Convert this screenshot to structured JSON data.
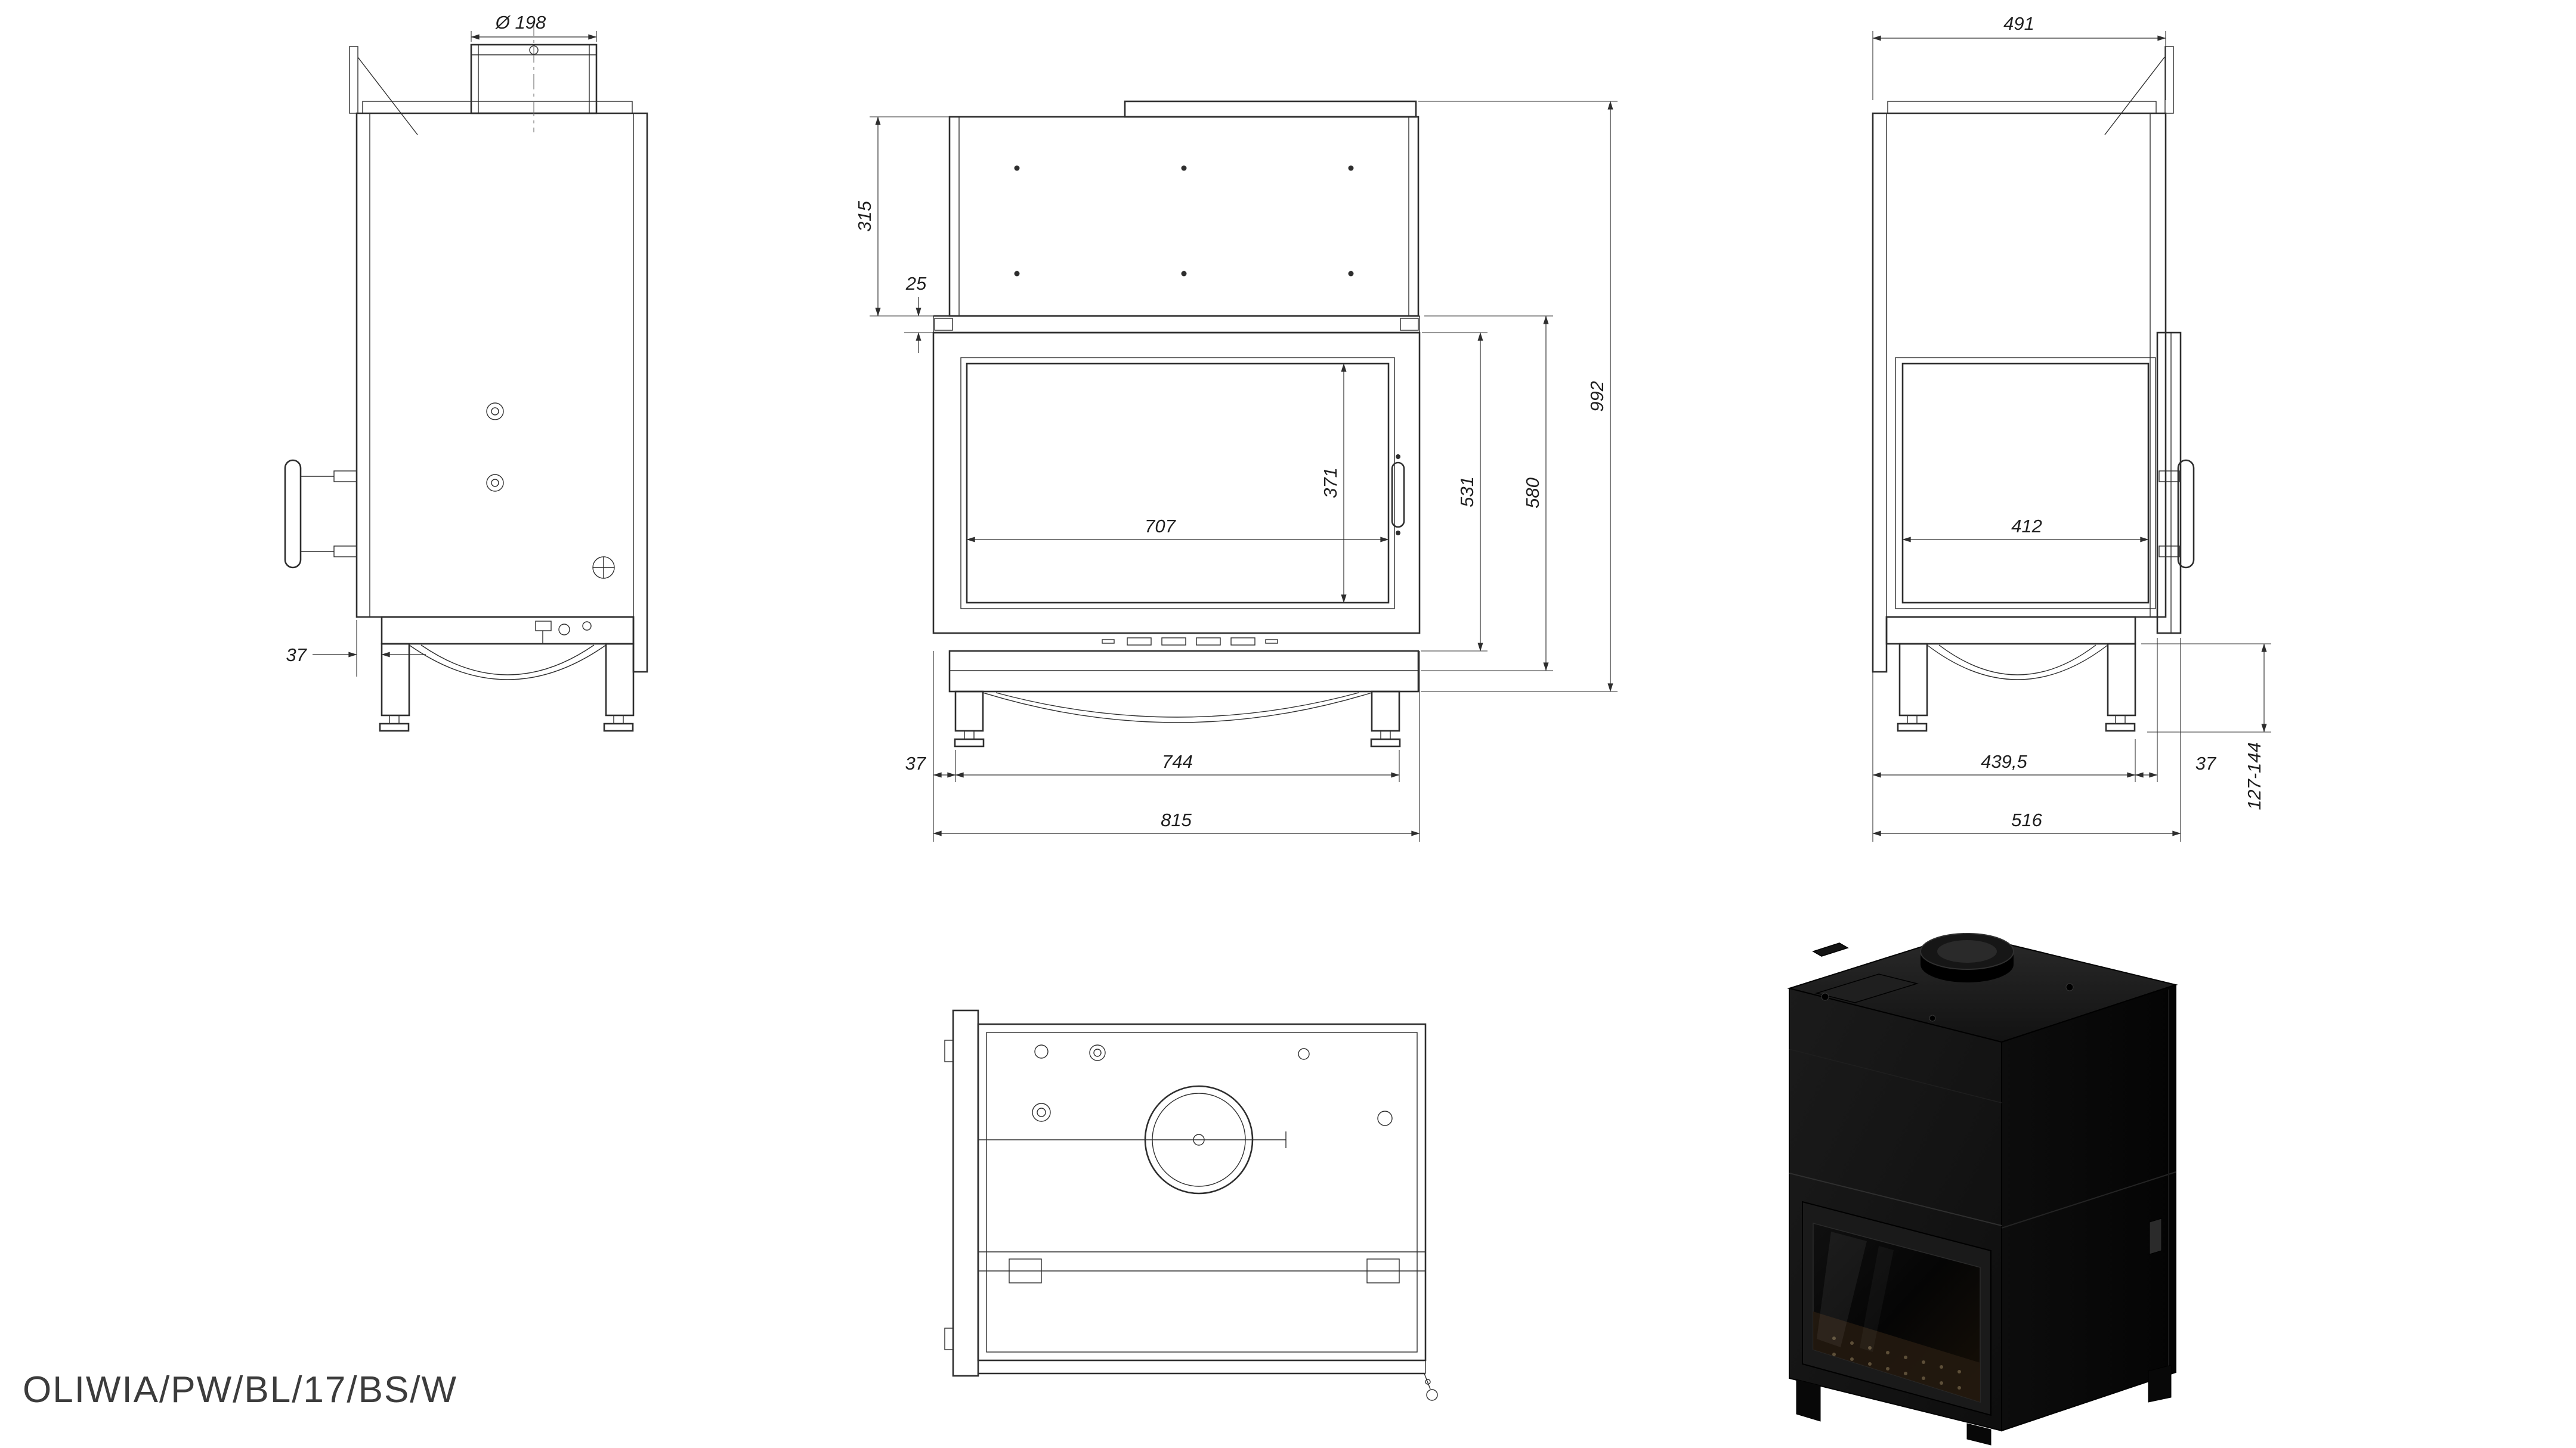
{
  "product": {
    "model": "OLIWIA/PW/BL/17/BS/W"
  },
  "drawing": {
    "views": {
      "left_side": {
        "dims": {
          "flue_diameter": "Ø 198",
          "front_leg_offset": "37"
        }
      },
      "front": {
        "dims": {
          "upper_box_height": "315",
          "top_gap": "25",
          "glass_width": "707",
          "glass_height": "371",
          "door_height": "531",
          "firebox_height": "580",
          "total_height": "992",
          "left_margin": "37",
          "inner_width": "744",
          "total_width": "815"
        }
      },
      "right_side": {
        "dims": {
          "top_depth": "491",
          "side_glass_width": "412",
          "base_depth": "439,5",
          "front_margin": "37",
          "total_depth": "516",
          "leg_height_range": "127-144"
        }
      }
    },
    "colors": {
      "line": "#2e2e2e",
      "text": "#1f1f1f",
      "render_body": "#0f0f0f"
    }
  }
}
